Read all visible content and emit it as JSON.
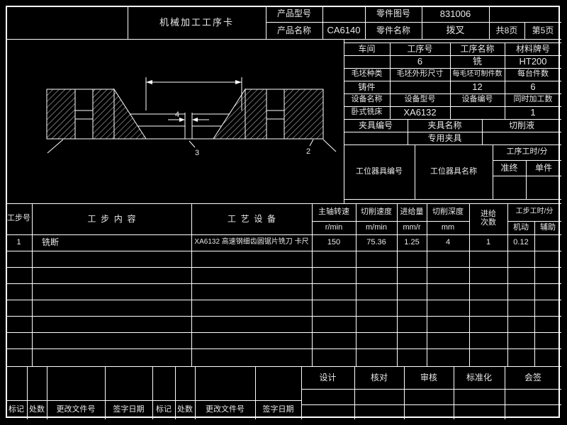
{
  "page": {
    "background": "#000000",
    "line_color": "#ffffff",
    "text_color": "#e8e8e8"
  },
  "top": {
    "title": "机械加工工序卡",
    "product_model_label": "产品型号",
    "product_name_label": "产品名称",
    "product_model_value": "CA6140",
    "part_no_label": "零件图号",
    "part_no": "831006",
    "part_name_label": "零件名称",
    "part_name": "拨叉",
    "pages_total": "共8页",
    "page_current": "第5页"
  },
  "info": {
    "r1": [
      "车间",
      "工序号",
      "工序名称",
      "材料牌号"
    ],
    "r2": [
      "",
      "6",
      "铣",
      "HT200"
    ],
    "r3": [
      "毛坯种类",
      "毛坯外形尺寸",
      "每毛坯可制件数",
      "每台件数"
    ],
    "r4": [
      "铸件",
      "",
      "12",
      "6"
    ],
    "r5": [
      "设备名称",
      "设备型号",
      "设备编号",
      "同时加工数"
    ],
    "r6": [
      "卧式铣床",
      "XA6132",
      "",
      "1"
    ],
    "r7": [
      "夹具编号",
      "夹具名称",
      "切削液"
    ],
    "r8": [
      "",
      "专用夹具",
      ""
    ],
    "tool_no_label": "工位器具编号",
    "tool_name_label": "工位器具名称",
    "time_label": "工序工时/分",
    "setup_label": "准终",
    "piece_label": "单件"
  },
  "steps": {
    "headers": {
      "step_no": "工步号",
      "content": "工  步  内  容",
      "equipment": "工  艺  设  备",
      "spindle": "主轴转速",
      "spindle_unit": "r/min",
      "cut_speed": "切削速度",
      "cut_speed_unit": "m/min",
      "feed": "进给量",
      "feed_unit": "mm/r",
      "depth": "切削深度",
      "depth_unit": "mm",
      "passes_1": "进给",
      "passes_2": "次数",
      "time": "工步工时/分",
      "machine_time": "机动",
      "aux_time": "辅助"
    },
    "rows": [
      {
        "no": "1",
        "content": "铣断",
        "equipment": "XA6132 高速钢细齿圆锯片铣刀 卡尺",
        "spindle": "150",
        "cut_speed": "75.36",
        "feed": "1.25",
        "depth": "4",
        "passes": "1",
        "machine_time": "0.12",
        "aux_time": ""
      }
    ]
  },
  "bottom": {
    "sign_headers": [
      "设计",
      "核对",
      "审核",
      "标准化",
      "会签"
    ],
    "change_headers": [
      "标记",
      "处数",
      "更改文件号",
      "签字日期",
      "标记",
      "处数",
      "更改文件号",
      "签字日期"
    ]
  },
  "drawing": {
    "cut_width": "4",
    "label_3": "3",
    "label_2": "2"
  }
}
